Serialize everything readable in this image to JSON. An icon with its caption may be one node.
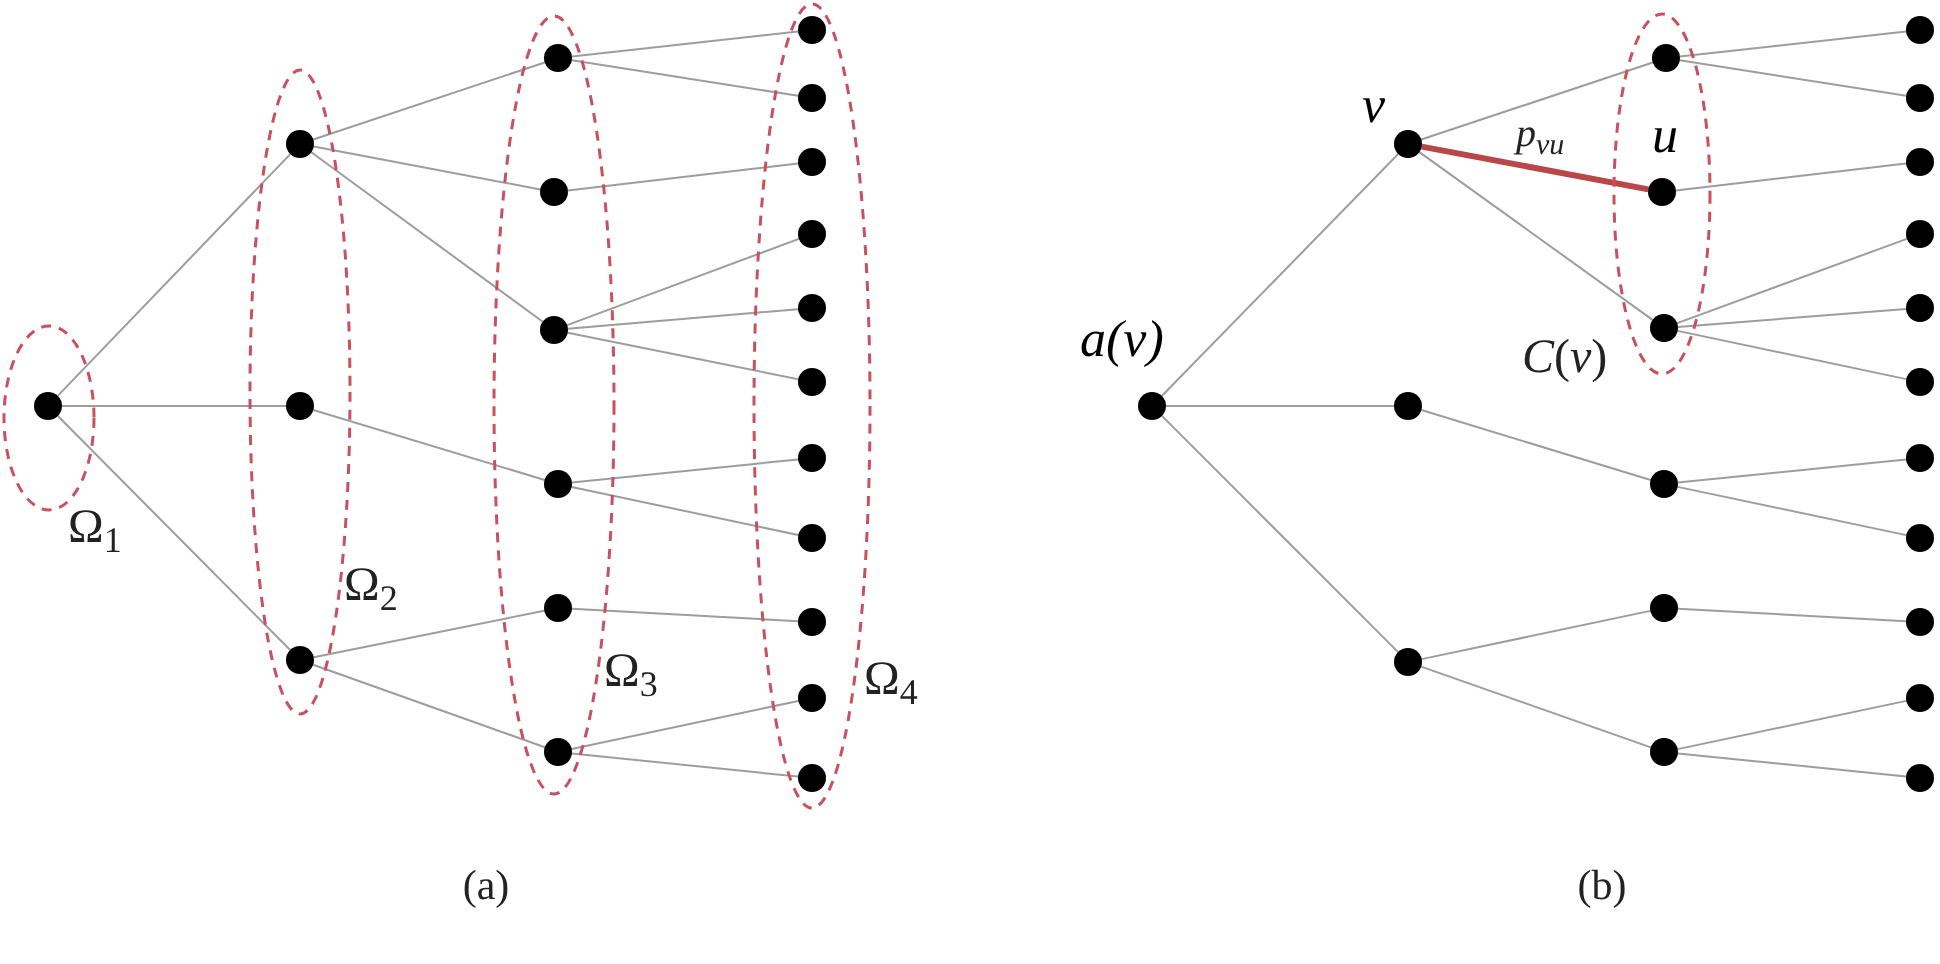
{
  "diagram": {
    "nodes": [
      {
        "text": [
          "Ω$_{1}$"
        ]
      },
      {
        "text": [],
        "shape": "circle",
        "in": 0
      },
      {
        "text": [
          "Ω$_{2}$"
        ]
      },
      {
        "text": [],
        "shape": "circle",
        "in": 2
      },
      {
        "text": [],
        "shape": "circle",
        "in": 2
      },
      {
        "text": [],
        "shape": "circle",
        "in": 2
      },
      {
        "text": [
          "Ω$_{3}$"
        ]
      },
      {
        "text": [],
        "shape": "circle",
        "in": 6
      },
      {
        "text": [],
        "shape": "circle",
        "in": 6
      },
      {
        "text": [],
        "shape": "circle",
        "in": 6
      },
      {
        "text": [],
        "shape": "circle",
        "in": 6
      },
      {
        "text": [],
        "shape": "circle",
        "in": 6
      },
      {
        "text": [],
        "shape": "circle",
        "in": 6
      },
      {
        "text": [
          "Ω$_{4}$"
        ]
      },
      {
        "text": [],
        "shape": "circle",
        "in": 13
      },
      {
        "text": [],
        "shape": "circle",
        "in": 13
      },
      {
        "text": [],
        "shape": "circle",
        "in": 13
      },
      {
        "text": [],
        "shape": "circle",
        "in": 13
      },
      {
        "text": [],
        "shape": "circle",
        "in": 13
      },
      {
        "text": [],
        "shape": "circle",
        "in": 13
      },
      {
        "text": [],
        "shape": "circle",
        "in": 13
      },
      {
        "text": [],
        "shape": "circle",
        "in": 13
      },
      {
        "text": [],
        "shape": "circle",
        "in": 13
      },
      {
        "text": [],
        "shape": "circle",
        "in": 13
      },
      {
        "text": [],
        "shape": "circle",
        "in": 13
      },
      {
        "text": [],
        "shape": "circle",
        "beside": [
          "a(v)"
        ]
      },
      {
        "text": [],
        "shape": "circle",
        "beside": [
          "v"
        ]
      },
      {
        "text": [],
        "shape": "circle"
      },
      {
        "text": [],
        "shape": "circle"
      },
      {
        "text": [
          "*C*(*v*)"
        ]
      },
      {
        "text": [],
        "shape": "circle",
        "in": 29
      },
      {
        "text": [],
        "shape": "circle",
        "in": 29,
        "beside": [
          "u"
        ]
      },
      {
        "text": [],
        "shape": "circle",
        "in": 29
      },
      {
        "text": [],
        "shape": "circle"
      },
      {
        "text": [],
        "shape": "circle"
      },
      {
        "text": [],
        "shape": "circle"
      },
      {
        "text": [],
        "shape": "circle"
      },
      {
        "text": [],
        "shape": "circle"
      },
      {
        "text": [],
        "shape": "circle"
      },
      {
        "text": [],
        "shape": "circle"
      },
      {
        "text": [],
        "shape": "circle"
      },
      {
        "text": [],
        "shape": "circle"
      },
      {
        "text": [],
        "shape": "circle"
      },
      {
        "text": [],
        "shape": "circle"
      },
      {
        "text": [],
        "shape": "circle"
      },
      {
        "text": [],
        "shape": "circle"
      },
      {
        "text": [],
        "shape": "circle"
      }
    ],
    "edges": [
      {
        "from": 1,
        "to": 3,
        "arrow": "none"
      },
      {
        "from": 1,
        "to": 4,
        "arrow": "none"
      },
      {
        "from": 1,
        "to": 5,
        "arrow": "none"
      },
      {
        "from": 3,
        "to": 7,
        "arrow": "none"
      },
      {
        "from": 3,
        "to": 8,
        "arrow": "none"
      },
      {
        "from": 3,
        "to": 9,
        "arrow": "none"
      },
      {
        "from": 4,
        "to": 10,
        "arrow": "none"
      },
      {
        "from": 5,
        "to": 11,
        "arrow": "none"
      },
      {
        "from": 5,
        "to": 12,
        "arrow": "none"
      },
      {
        "from": 7,
        "to": 14,
        "arrow": "none"
      },
      {
        "from": 7,
        "to": 15,
        "arrow": "none"
      },
      {
        "from": 8,
        "to": 16,
        "arrow": "none"
      },
      {
        "from": 9,
        "to": 17,
        "arrow": "none"
      },
      {
        "from": 9,
        "to": 18,
        "arrow": "none"
      },
      {
        "from": 9,
        "to": 19,
        "arrow": "none"
      },
      {
        "from": 10,
        "to": 20,
        "arrow": "none"
      },
      {
        "from": 10,
        "to": 21,
        "arrow": "none"
      },
      {
        "from": 11,
        "to": 22,
        "arrow": "none"
      },
      {
        "from": 12,
        "to": 23,
        "arrow": "none"
      },
      {
        "from": 12,
        "to": 24,
        "arrow": "none"
      },
      {
        "from": 25,
        "to": 26,
        "arrow": "none"
      },
      {
        "from": 25,
        "to": 27,
        "arrow": "none"
      },
      {
        "from": 25,
        "to": 28,
        "arrow": "none"
      },
      {
        "from": 26,
        "to": 30,
        "arrow": "none"
      },
      {
        "from": 26,
        "to": 31,
        "arrow": "none",
        "label": "p$_{vu}$",
        "style": "thick",
        "color": "#b8474a"
      },
      {
        "from": 26,
        "to": 32,
        "arrow": "none"
      },
      {
        "from": 27,
        "to": 33,
        "arrow": "none"
      },
      {
        "from": 28,
        "to": 34,
        "arrow": "none"
      },
      {
        "from": 28,
        "to": 35,
        "arrow": "none"
      },
      {
        "from": 30,
        "to": 36,
        "arrow": "none"
      },
      {
        "from": 30,
        "to": 37,
        "arrow": "none"
      },
      {
        "from": 31,
        "to": 38,
        "arrow": "none"
      },
      {
        "from": 32,
        "to": 39,
        "arrow": "none"
      },
      {
        "from": 32,
        "to": 40,
        "arrow": "none"
      },
      {
        "from": 32,
        "to": 41,
        "arrow": "none"
      },
      {
        "from": 33,
        "to": 42,
        "arrow": "none"
      },
      {
        "from": 33,
        "to": 43,
        "arrow": "none"
      },
      {
        "from": 34,
        "to": 44,
        "arrow": "none"
      },
      {
        "from": 35,
        "to": 45,
        "arrow": "none"
      },
      {
        "from": 35,
        "to": 46,
        "arrow": "none"
      }
    ],
    "labels": [
      "(a)",
      "(b)"
    ]
  }
}
